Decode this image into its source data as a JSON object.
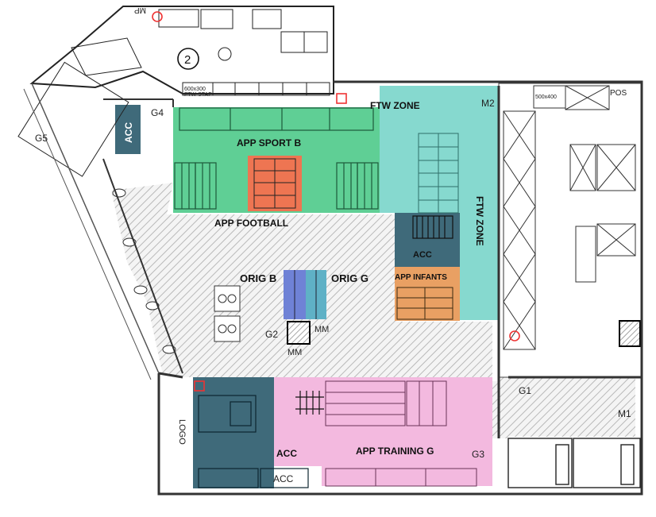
{
  "zones": {
    "app_sport_b": "APP SPORT B",
    "app_football": "APP  FOOTBALL",
    "ftw_zone_top": "FTW ZONE",
    "ftw_zone_side": "FTW ZONE",
    "acc_middle": "ACC",
    "app_infants": "APP INFANTS",
    "orig_b": "ORIG B",
    "orig_g": "ORIG G",
    "acc_left": "ACC",
    "acc_bottom_1": "ACC",
    "acc_bottom_2": "ACC",
    "app_training_g": "APP TRAINING G"
  },
  "markers": {
    "m2": "M2",
    "m1": "M1",
    "mm_1": "MM",
    "mm_2": "MM",
    "g1": "G1",
    "g2": "G2",
    "g3": "G3",
    "g4": "G4",
    "g5": "G5",
    "pos": "POS",
    "logo": "LOGO",
    "room_number": "2",
    "mp": "MP",
    "dim_top_right": "500x400",
    "dim_storage": "600x300",
    "ftw_staf": "FTW STAF"
  },
  "colors": {
    "green": "#5fcf95",
    "teal": "#86d9cf",
    "pink": "#f3b9df",
    "slate": "#3f6a7a",
    "orange": "#e9a063",
    "salmon": "#ee7552",
    "blue": "#6f82d6",
    "hatch": "#b9b9b9"
  }
}
